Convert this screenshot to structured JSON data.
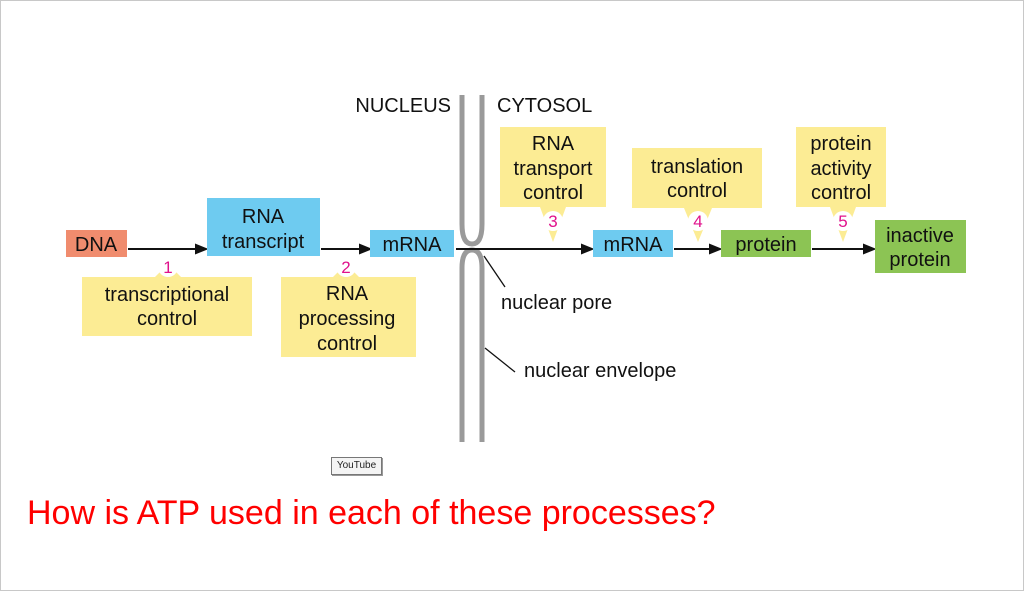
{
  "regions": {
    "nucleus": "NUCLEUS",
    "cytosol": "CYTOSOL"
  },
  "molecules": {
    "dna": "DNA",
    "rna_transcript": [
      "RNA",
      "transcript"
    ],
    "mrna_nuclear": "mRNA",
    "mrna_cytosol": "mRNA",
    "protein": "protein",
    "inactive_protein": [
      "inactive",
      "protein"
    ]
  },
  "controls": [
    {
      "number": "1",
      "lines": [
        "transcriptional",
        "control"
      ]
    },
    {
      "number": "2",
      "lines": [
        "RNA",
        "processing",
        "control"
      ]
    },
    {
      "number": "3",
      "lines": [
        "RNA",
        "transport",
        "control"
      ]
    },
    {
      "number": "4",
      "lines": [
        "translation",
        "control"
      ]
    },
    {
      "number": "5",
      "lines": [
        "protein",
        "activity",
        "control"
      ]
    }
  ],
  "structures": {
    "nuclear_pore": "nuclear pore",
    "nuclear_envelope": "nuclear envelope"
  },
  "badge": "YouTube",
  "question": "How is ATP used in each of these processes?",
  "colors": {
    "dna": "#f08c6e",
    "rna": "#6ecbf0",
    "protein": "#8cc454",
    "control": "#fcec94",
    "number": "#e0128c",
    "question": "#ff0000",
    "membrane": "#9a9a9a"
  }
}
